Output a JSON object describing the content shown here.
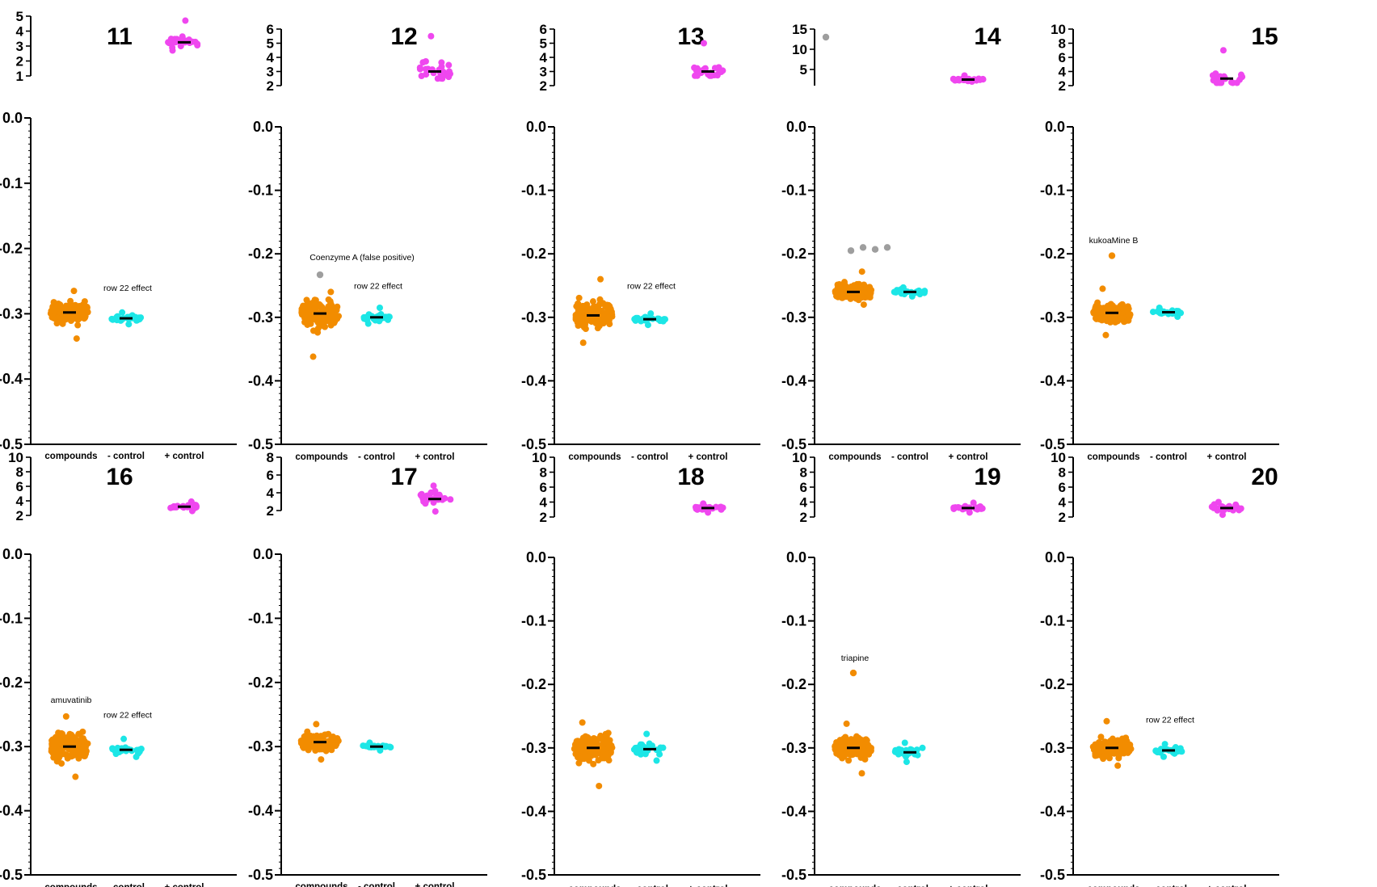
{
  "chart_data": [
    {
      "type": "scatter",
      "title": "11",
      "categories": [
        "compounds",
        "- control",
        "+ control"
      ],
      "upper_axis": {
        "ylim": [
          1,
          5
        ],
        "ticks": [
          "5",
          "4",
          "3",
          "2",
          "1"
        ]
      },
      "lower_axis": {
        "ylim": [
          -0.5,
          0.0
        ],
        "ticks": [
          "0.0",
          "-0.1",
          "-0.2",
          "-0.3",
          "-0.4",
          "-0.5"
        ]
      },
      "series": [
        {
          "name": "compounds",
          "color": "#F28C00",
          "mean": -0.298,
          "min": -0.338,
          "max": -0.265
        },
        {
          "name": "- control",
          "color": "#1CE6E6",
          "mean": -0.307,
          "min": -0.316,
          "max": -0.298
        },
        {
          "name": "+ control",
          "color": "#EF47EF",
          "mean": 3.25,
          "min": 2.7,
          "max": 4.7
        }
      ],
      "outliers": [],
      "annotations": [
        {
          "text": "row 22 effect",
          "y": -0.265
        }
      ]
    },
    {
      "type": "scatter",
      "title": "12",
      "categories": [
        "compounds",
        "- control",
        "+ control"
      ],
      "upper_axis": {
        "ylim": [
          2,
          6
        ],
        "ticks": [
          "6",
          "5",
          "4",
          "3",
          "2"
        ]
      },
      "lower_axis": {
        "ylim": [
          -0.5,
          0.0
        ],
        "ticks": [
          "0.0",
          "-0.1",
          "-0.2",
          "-0.3",
          "-0.4",
          "-0.5"
        ]
      },
      "series": [
        {
          "name": "compounds",
          "color": "#F28C00",
          "mean": -0.294,
          "min": -0.362,
          "max": -0.26
        },
        {
          "name": "- control",
          "color": "#1CE6E6",
          "mean": -0.3,
          "min": -0.31,
          "max": -0.285
        },
        {
          "name": "+ control",
          "color": "#EF47EF",
          "mean": 3.0,
          "min": 2.5,
          "max": 5.5
        }
      ],
      "outliers": [
        {
          "series": "compounds",
          "y": -0.233,
          "color": "#9E9E9E"
        }
      ],
      "annotations": [
        {
          "text": "Coenzyme A (false positive)",
          "y": -0.21
        },
        {
          "text": "row 22 effect",
          "y": -0.255
        }
      ]
    },
    {
      "type": "scatter",
      "title": "13",
      "categories": [
        "compounds",
        "- control",
        "+ control"
      ],
      "upper_axis": {
        "ylim": [
          2,
          6
        ],
        "ticks": [
          "6",
          "5",
          "4",
          "3",
          "2"
        ]
      },
      "lower_axis": {
        "ylim": [
          -0.5,
          0.0
        ],
        "ticks": [
          "0.0",
          "-0.1",
          "-0.2",
          "-0.3",
          "-0.4",
          "-0.5"
        ]
      },
      "series": [
        {
          "name": "compounds",
          "color": "#F28C00",
          "mean": -0.297,
          "min": -0.34,
          "max": -0.24
        },
        {
          "name": "- control",
          "color": "#1CE6E6",
          "mean": -0.303,
          "min": -0.312,
          "max": -0.294
        },
        {
          "name": "+ control",
          "color": "#EF47EF",
          "mean": 3.0,
          "min": 2.7,
          "max": 5.0
        }
      ],
      "outliers": [],
      "annotations": [
        {
          "text": "row 22 effect",
          "y": -0.255
        }
      ]
    },
    {
      "type": "scatter",
      "title": "14",
      "categories": [
        "compounds",
        "- control",
        "+ control"
      ],
      "upper_axis": {
        "ylim": [
          1,
          15
        ],
        "ticks": [
          "15",
          "10",
          "5"
        ]
      },
      "lower_axis": {
        "ylim": [
          -0.5,
          0.0
        ],
        "ticks": [
          "0.0",
          "-0.1",
          "-0.2",
          "-0.3",
          "-0.4",
          "-0.5"
        ]
      },
      "series": [
        {
          "name": "compounds",
          "color": "#F28C00",
          "mean": -0.26,
          "min": -0.28,
          "max": -0.228
        },
        {
          "name": "- control",
          "color": "#1CE6E6",
          "mean": -0.26,
          "min": -0.267,
          "max": -0.253
        },
        {
          "name": "+ control",
          "color": "#EF47EF",
          "mean": 2.5,
          "min": 2.0,
          "max": 3.5
        }
      ],
      "outliers": [
        {
          "series": "+ control",
          "y": 13,
          "color": "#9E9E9E"
        },
        {
          "series": "compounds",
          "y": -0.195,
          "color": "#9E9E9E"
        },
        {
          "series": "compounds",
          "y": -0.19,
          "color": "#9E9E9E"
        },
        {
          "series": "compounds",
          "y": -0.193,
          "color": "#9E9E9E"
        },
        {
          "series": "compounds",
          "y": -0.19,
          "color": "#9E9E9E"
        }
      ],
      "annotations": []
    },
    {
      "type": "scatter",
      "title": "15",
      "categories": [
        "compounds",
        "- control",
        "+ control"
      ],
      "upper_axis": {
        "ylim": [
          2,
          10
        ],
        "ticks": [
          "10",
          "8",
          "6",
          "4",
          "2"
        ]
      },
      "lower_axis": {
        "ylim": [
          -0.5,
          0.0
        ],
        "ticks": [
          "0.0",
          "-0.1",
          "-0.2",
          "-0.3",
          "-0.4",
          "-0.5"
        ]
      },
      "series": [
        {
          "name": "compounds",
          "color": "#F28C00",
          "mean": -0.293,
          "min": -0.328,
          "max": -0.255
        },
        {
          "name": "- control",
          "color": "#1CE6E6",
          "mean": -0.292,
          "min": -0.299,
          "max": -0.285
        },
        {
          "name": "+ control",
          "color": "#EF47EF",
          "mean": 3.0,
          "min": 2.4,
          "max": 7.0
        }
      ],
      "outliers": [
        {
          "series": "compounds",
          "y": -0.203,
          "color": "#F28C00"
        }
      ],
      "annotations": [
        {
          "text": "kukoaMine B",
          "y": -0.183
        }
      ]
    },
    {
      "type": "scatter",
      "title": "16",
      "categories": [
        "compounds",
        "- control",
        "+ control"
      ],
      "upper_axis": {
        "ylim": [
          2,
          10
        ],
        "ticks": [
          "10",
          "8",
          "6",
          "4",
          "2"
        ]
      },
      "lower_axis": {
        "ylim": [
          -0.5,
          0.0
        ],
        "ticks": [
          "0.0",
          "-0.1",
          "-0.2",
          "-0.3",
          "-0.4",
          "-0.5"
        ]
      },
      "series": [
        {
          "name": "compounds",
          "color": "#F28C00",
          "mean": -0.3,
          "min": -0.347,
          "max": -0.253
        },
        {
          "name": "- control",
          "color": "#1CE6E6",
          "mean": -0.305,
          "min": -0.316,
          "max": -0.288
        },
        {
          "name": "+ control",
          "color": "#EF47EF",
          "mean": 3.2,
          "min": 2.6,
          "max": 3.9
        }
      ],
      "outliers": [],
      "annotations": [
        {
          "text": "amuvatinib",
          "y": -0.232
        },
        {
          "text": "row 22 effect",
          "y": -0.255
        }
      ]
    },
    {
      "type": "scatter",
      "title": "17",
      "categories": [
        "compounds",
        "- control",
        "+ control"
      ],
      "upper_axis": {
        "ylim": [
          2,
          8
        ],
        "ticks": [
          "8",
          "6",
          "4",
          "2"
        ]
      },
      "lower_axis": {
        "ylim": [
          -0.5,
          0.0
        ],
        "ticks": [
          "0.0",
          "-0.1",
          "-0.2",
          "-0.3",
          "-0.4",
          "-0.5"
        ]
      },
      "series": [
        {
          "name": "compounds",
          "color": "#F28C00",
          "mean": -0.293,
          "min": -0.32,
          "max": -0.265
        },
        {
          "name": "- control",
          "color": "#1CE6E6",
          "mean": -0.3,
          "min": -0.306,
          "max": -0.294
        },
        {
          "name": "+ control",
          "color": "#EF47EF",
          "mean": 3.3,
          "min": 1.9,
          "max": 4.8
        }
      ],
      "outliers": [],
      "annotations": []
    },
    {
      "type": "scatter",
      "title": "18",
      "categories": [
        "compounds",
        "- control",
        "+ control"
      ],
      "upper_axis": {
        "ylim": [
          2,
          10
        ],
        "ticks": [
          "10",
          "8",
          "6",
          "4",
          "2"
        ]
      },
      "lower_axis": {
        "ylim": [
          -0.5,
          0.0
        ],
        "ticks": [
          "0.0",
          "-0.1",
          "-0.2",
          "-0.3",
          "-0.4",
          "-0.5"
        ]
      },
      "series": [
        {
          "name": "compounds",
          "color": "#F28C00",
          "mean": -0.3,
          "min": -0.36,
          "max": -0.26
        },
        {
          "name": "- control",
          "color": "#1CE6E6",
          "mean": -0.302,
          "min": -0.32,
          "max": -0.278
        },
        {
          "name": "+ control",
          "color": "#EF47EF",
          "mean": 3.2,
          "min": 2.6,
          "max": 3.8
        }
      ],
      "outliers": [],
      "annotations": []
    },
    {
      "type": "scatter",
      "title": "19",
      "categories": [
        "compounds",
        "- control",
        "+ control"
      ],
      "upper_axis": {
        "ylim": [
          2,
          10
        ],
        "ticks": [
          "10",
          "8",
          "6",
          "4",
          "2"
        ]
      },
      "lower_axis": {
        "ylim": [
          -0.5,
          0.0
        ],
        "ticks": [
          "0.0",
          "-0.1",
          "-0.2",
          "-0.3",
          "-0.4",
          "-0.5"
        ]
      },
      "series": [
        {
          "name": "compounds",
          "color": "#F28C00",
          "mean": -0.3,
          "min": -0.34,
          "max": -0.262
        },
        {
          "name": "- control",
          "color": "#1CE6E6",
          "mean": -0.307,
          "min": -0.322,
          "max": -0.292
        },
        {
          "name": "+ control",
          "color": "#EF47EF",
          "mean": 3.2,
          "min": 2.6,
          "max": 3.9
        }
      ],
      "outliers": [
        {
          "series": "compounds",
          "y": -0.182,
          "color": "#F28C00"
        }
      ],
      "annotations": [
        {
          "text": "triapine",
          "y": -0.163
        }
      ]
    },
    {
      "type": "scatter",
      "title": "20",
      "categories": [
        "compounds",
        "- control",
        "+ control"
      ],
      "upper_axis": {
        "ylim": [
          2,
          10
        ],
        "ticks": [
          "10",
          "8",
          "6",
          "4",
          "2"
        ]
      },
      "lower_axis": {
        "ylim": [
          -0.5,
          0.0
        ],
        "ticks": [
          "0.0",
          "-0.1",
          "-0.2",
          "-0.3",
          "-0.4",
          "-0.5"
        ]
      },
      "series": [
        {
          "name": "compounds",
          "color": "#F28C00",
          "mean": -0.3,
          "min": -0.328,
          "max": -0.258
        },
        {
          "name": "- control",
          "color": "#1CE6E6",
          "mean": -0.304,
          "min": -0.314,
          "max": -0.294
        },
        {
          "name": "+ control",
          "color": "#EF47EF",
          "mean": 3.2,
          "min": 2.3,
          "max": 4.0
        }
      ],
      "outliers": [],
      "annotations": [
        {
          "text": "row 22 effect",
          "y": -0.26
        }
      ]
    }
  ]
}
